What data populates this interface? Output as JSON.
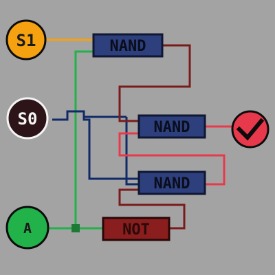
{
  "inputs": {
    "s1": {
      "label": "S1",
      "color": "#f6a10f",
      "text_color": "#1b1b1b"
    },
    "s0": {
      "label": "S0",
      "color": "#2c1418",
      "text_color": "#f5f5f5"
    },
    "a": {
      "label": "A",
      "color": "#22b24a",
      "text_color": "#1b1b1b"
    }
  },
  "gates": {
    "nand_top": {
      "label": "NAND",
      "fill": "#2d3f7d",
      "border": "#0f1733",
      "text_color": "#0a0d1c"
    },
    "nand_middle": {
      "label": "NAND",
      "fill": "#2d3f7d",
      "border": "#0f1733",
      "text_color": "#0a0d1c"
    },
    "nand_bottom": {
      "label": "NAND",
      "fill": "#2d3f7d",
      "border": "#0f1733",
      "text_color": "#0a0d1c"
    },
    "not_gate": {
      "label": "NOT",
      "fill": "#8a1d1d",
      "border": "#2a0707",
      "text_color": "#2a0a0a"
    }
  },
  "output": {
    "icon": "check-icon",
    "color": "#e8384b"
  },
  "wire_colors": {
    "s1": "#f6a10f",
    "s0": "#0f2a66",
    "a": "#22b24a",
    "inactive": "#7a1b1b",
    "active": "#e8384b"
  }
}
